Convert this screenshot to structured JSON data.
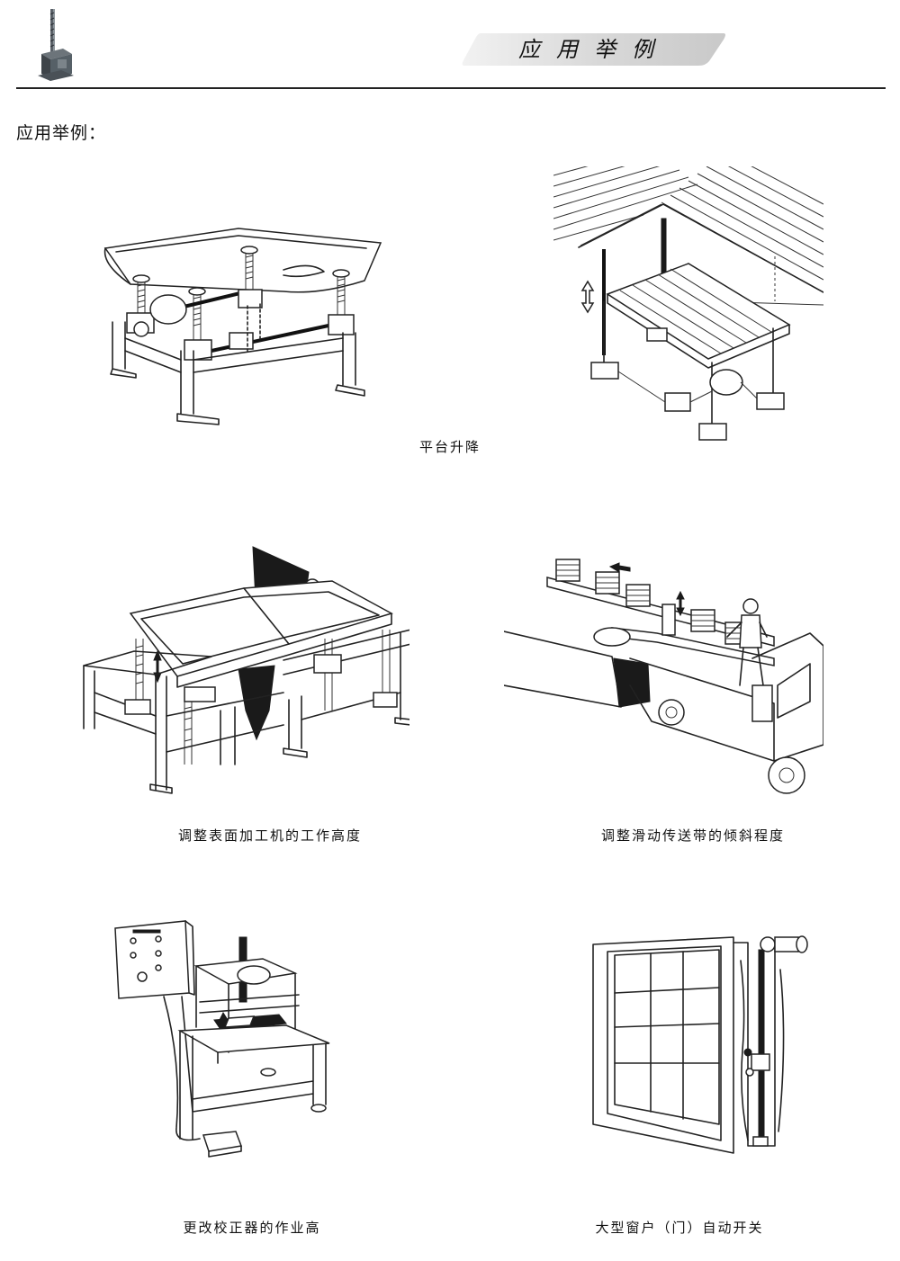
{
  "header": {
    "title": "应用举例"
  },
  "section_heading": "应用举例：",
  "figures": [
    {
      "caption": "平台升降"
    },
    {
      "caption": "调整表面加工机的工作高度"
    },
    {
      "caption": "调整滑动传送带的倾斜程度"
    },
    {
      "caption": "更改校正器的作业高"
    },
    {
      "caption": "大型窗户（门）自动开关"
    }
  ],
  "colors": {
    "ink": "#111111",
    "banner_grey": "#d6d6d6",
    "rule": "#222222"
  }
}
